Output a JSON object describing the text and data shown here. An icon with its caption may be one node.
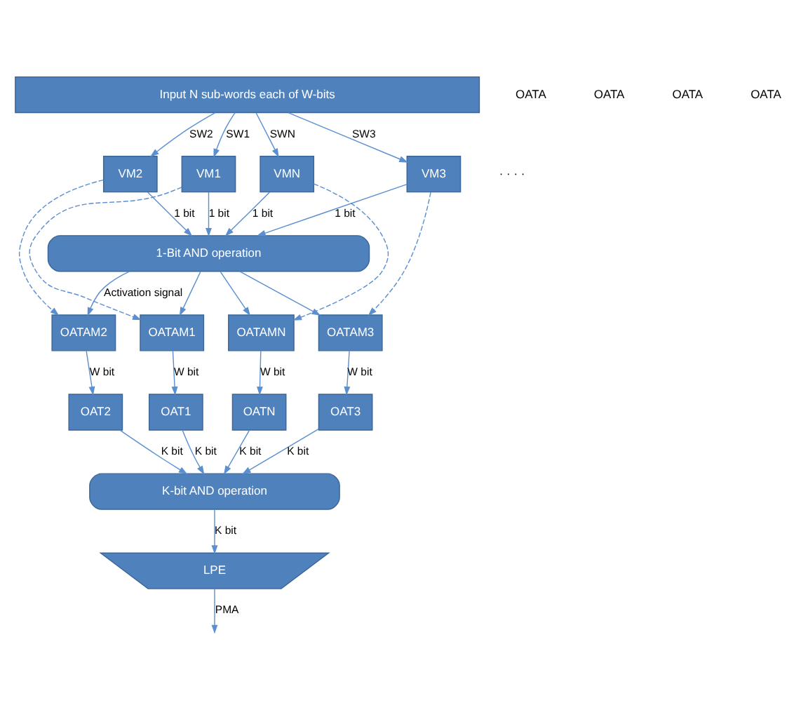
{
  "diagram": {
    "nodes": [
      {
        "text": [
          "Input N sub-words each of W-bits"
        ]
      },
      {
        "text": [
          "VM1"
        ]
      },
      {
        "text": [
          "VM2"
        ]
      },
      {
        "text": [
          "VM3"
        ]
      },
      {
        "text": [
          "VMN"
        ]
      },
      {
        "text": [
          "1-Bit AND operation"
        ]
      },
      {
        "text": [
          "OATAM1"
        ]
      },
      {
        "text": [
          "OATAM2"
        ]
      },
      {
        "text": [
          "OATAM3"
        ]
      },
      {
        "text": [
          "OATAMN"
        ]
      },
      {
        "text": [
          "OAT1"
        ]
      },
      {
        "text": [
          "OAT2"
        ]
      },
      {
        "text": [
          "OAT3"
        ]
      },
      {
        "text": [
          "OATN"
        ]
      },
      {
        "text": [
          "K-bit AND operation"
        ]
      },
      {
        "text": [
          "LPE"
        ]
      }
    ],
    "edges": [
      {
        "from": 0,
        "to": 1,
        "arrow": "to",
        "label": "SW1"
      },
      {
        "from": 0,
        "to": 2,
        "arrow": "to",
        "label": "SW2"
      },
      {
        "from": 0,
        "to": 3,
        "arrow": "to",
        "label": "SW3"
      },
      {
        "from": 0,
        "to": 4,
        "arrow": "to",
        "label": "SWN"
      },
      {
        "from": 1,
        "to": 5,
        "arrow": "to",
        "label": "1 bit"
      },
      {
        "from": 2,
        "to": 5,
        "arrow": "to",
        "label": "1 bit"
      },
      {
        "from": 3,
        "to": 5,
        "arrow": "to",
        "label": "1 bit"
      },
      {
        "from": 4,
        "to": 5,
        "arrow": "to",
        "label": "1 bit"
      },
      {
        "from": 1,
        "to": 6,
        "arrow": "to",
        "style": "dashed"
      },
      {
        "from": 5,
        "to": 6,
        "arrow": "to"
      },
      {
        "from": 2,
        "to": 7,
        "arrow": "to",
        "style": "dashed"
      },
      {
        "from": 5,
        "to": 7,
        "arrow": "to",
        "label": "Activation signal"
      },
      {
        "from": 3,
        "to": 8,
        "arrow": "to",
        "style": "dashed"
      },
      {
        "from": 5,
        "to": 8,
        "arrow": "to"
      },
      {
        "from": 4,
        "to": 9,
        "arrow": "to",
        "style": "dashed"
      },
      {
        "from": 5,
        "to": 9,
        "arrow": "to"
      },
      {
        "from": 6,
        "to": 10,
        "arrow": "to",
        "label": "W bit"
      },
      {
        "from": 7,
        "to": 11,
        "arrow": "to",
        "label": "W bit"
      },
      {
        "from": 8,
        "to": 12,
        "arrow": "to",
        "label": "W bit"
      },
      {
        "from": 9,
        "to": 13,
        "arrow": "to",
        "label": "W bit"
      },
      {
        "from": 10,
        "to": 14,
        "arrow": "to",
        "label": "K bit"
      },
      {
        "from": 11,
        "to": 14,
        "arrow": "to",
        "label": "K bit"
      },
      {
        "from": 12,
        "to": 14,
        "arrow": "to",
        "label": "K bit"
      },
      {
        "from": 13,
        "to": 14,
        "arrow": "to",
        "label": "K bit"
      },
      {
        "from": 14,
        "to": 15,
        "arrow": "to",
        "label": "K bit"
      },
      {
        "from": 15,
        "to": null,
        "arrow": "to",
        "label": "PMA"
      }
    ],
    "labels": [
      "· · · ·",
      "OATA",
      "OATA",
      "OATA",
      "OATA"
    ]
  }
}
